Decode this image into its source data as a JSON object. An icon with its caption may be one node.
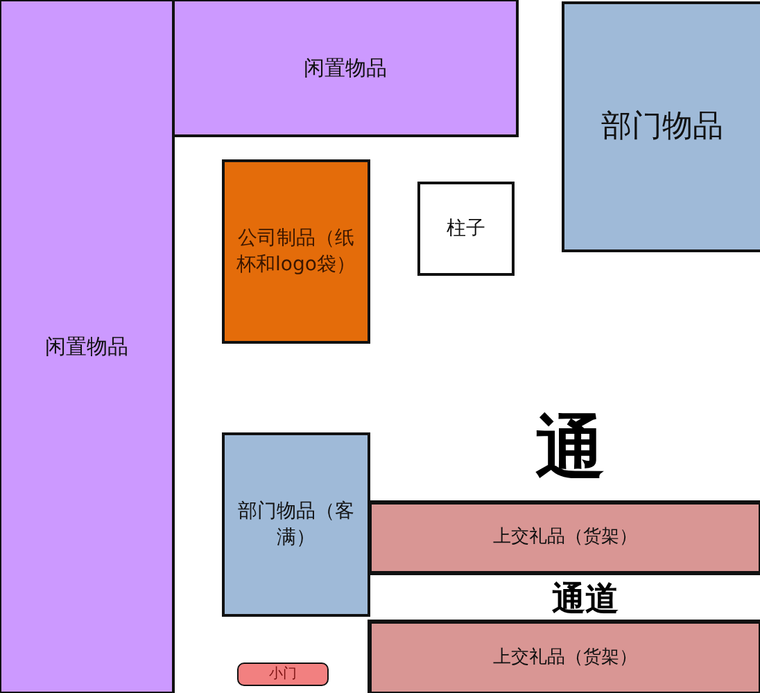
{
  "diagram": {
    "nodes": [
      {
        "text": [
          "闲置物品"
        ]
      },
      {
        "text": [
          "闲置物品"
        ]
      },
      {
        "text": [
          "部门物品"
        ]
      },
      {
        "text": [
          "公司制品（纸杯和logo袋）"
        ]
      },
      {
        "text": [
          "柱子"
        ]
      },
      {
        "text": [
          "部门物品（客满）"
        ]
      },
      {
        "text": [
          "上交礼品（货架）"
        ]
      },
      {
        "text": [
          "上交礼品（货架）"
        ]
      },
      {
        "text": [
          "小门"
        ]
      }
    ],
    "labels": [
      "通",
      "通道"
    ]
  }
}
